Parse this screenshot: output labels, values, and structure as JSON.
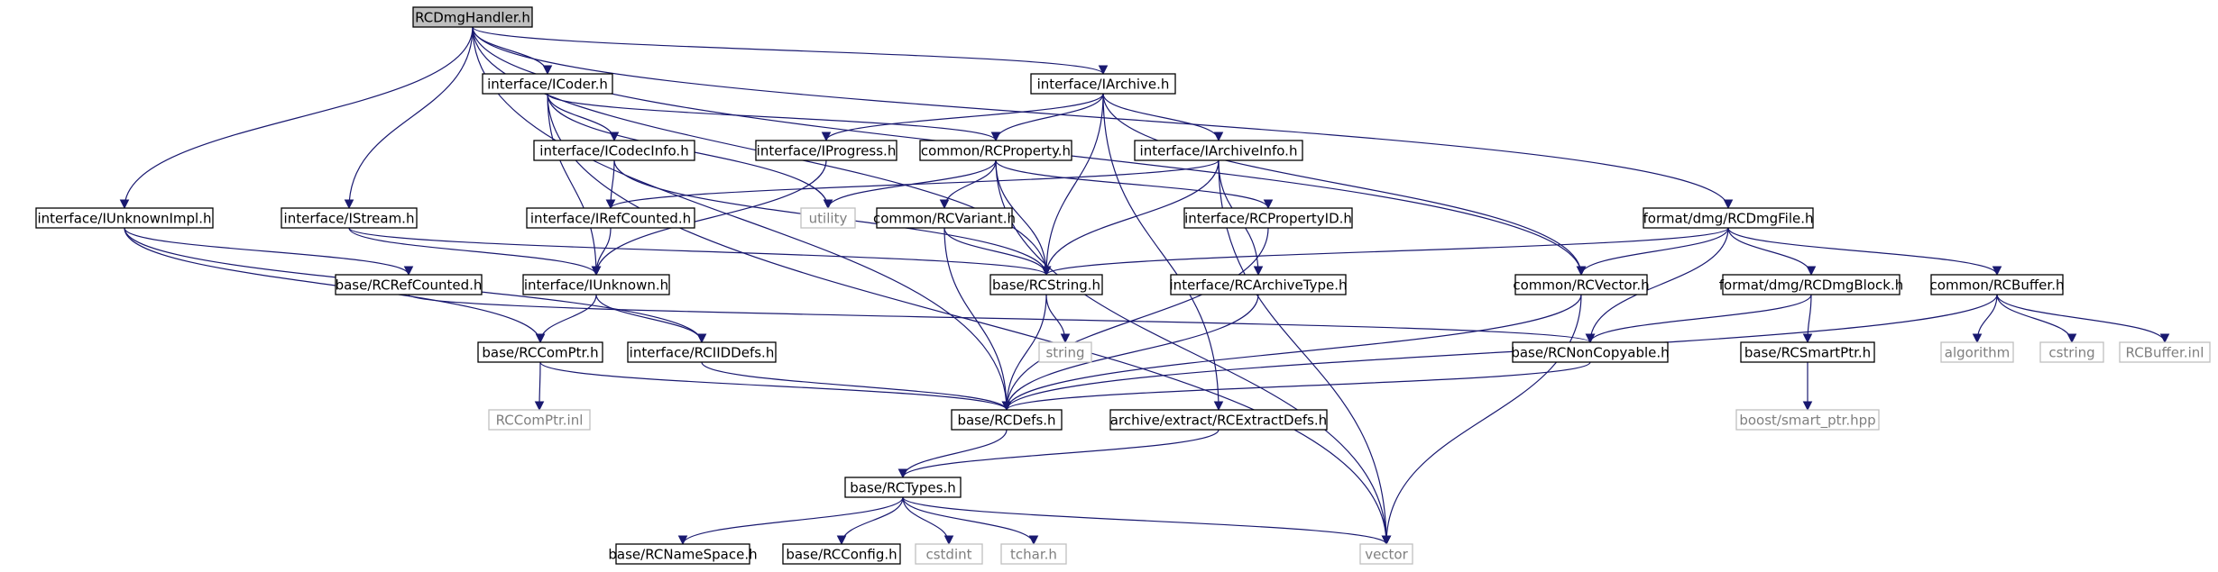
{
  "graph": {
    "nodes": [
      {
        "id": "rcdmghandler",
        "label": "RCDmgHandler.h",
        "kind": "root"
      },
      {
        "id": "icoder",
        "label": "interface/ICoder.h",
        "kind": "file"
      },
      {
        "id": "iarchive",
        "label": "interface/IArchive.h",
        "kind": "file"
      },
      {
        "id": "icodecinfo",
        "label": "interface/ICodecInfo.h",
        "kind": "file"
      },
      {
        "id": "iprogress",
        "label": "interface/IProgress.h",
        "kind": "file"
      },
      {
        "id": "rcproperty",
        "label": "common/RCProperty.h",
        "kind": "file"
      },
      {
        "id": "iarchiveinfo",
        "label": "interface/IArchiveInfo.h",
        "kind": "file"
      },
      {
        "id": "iunknownimpl",
        "label": "interface/IUnknownImpl.h",
        "kind": "file"
      },
      {
        "id": "istream",
        "label": "interface/IStream.h",
        "kind": "file"
      },
      {
        "id": "irefcounted",
        "label": "interface/IRefCounted.h",
        "kind": "file"
      },
      {
        "id": "utility",
        "label": "utility",
        "kind": "external"
      },
      {
        "id": "rcvariant",
        "label": "common/RCVariant.h",
        "kind": "file"
      },
      {
        "id": "rcpropertyid",
        "label": "interface/RCPropertyID.h",
        "kind": "file"
      },
      {
        "id": "rcdmgfile",
        "label": "format/dmg/RCDmgFile.h",
        "kind": "file"
      },
      {
        "id": "rcrefcounted",
        "label": "base/RCRefCounted.h",
        "kind": "file"
      },
      {
        "id": "iunknown",
        "label": "interface/IUnknown.h",
        "kind": "file"
      },
      {
        "id": "rcstring",
        "label": "base/RCString.h",
        "kind": "file"
      },
      {
        "id": "rcarchivetype",
        "label": "interface/RCArchiveType.h",
        "kind": "file"
      },
      {
        "id": "rcvector",
        "label": "common/RCVector.h",
        "kind": "file"
      },
      {
        "id": "rcdmgblock",
        "label": "format/dmg/RCDmgBlock.h",
        "kind": "file"
      },
      {
        "id": "rcbuffer",
        "label": "common/RCBuffer.h",
        "kind": "file"
      },
      {
        "id": "rccomptr",
        "label": "base/RCComPtr.h",
        "kind": "file"
      },
      {
        "id": "rciiddefs",
        "label": "interface/RCIIDDefs.h",
        "kind": "file"
      },
      {
        "id": "string",
        "label": "string",
        "kind": "external"
      },
      {
        "id": "rcnoncopyable",
        "label": "base/RCNonCopyable.h",
        "kind": "file"
      },
      {
        "id": "rcsmartptr",
        "label": "base/RCSmartPtr.h",
        "kind": "file"
      },
      {
        "id": "algorithm",
        "label": "algorithm",
        "kind": "external"
      },
      {
        "id": "cstring",
        "label": "cstring",
        "kind": "external"
      },
      {
        "id": "rcbufferinl",
        "label": "RCBuffer.inl",
        "kind": "external"
      },
      {
        "id": "rccomptrinl",
        "label": "RCComPtr.inl",
        "kind": "external"
      },
      {
        "id": "rcdefs",
        "label": "base/RCDefs.h",
        "kind": "file"
      },
      {
        "id": "rcextractdefs",
        "label": "archive/extract/RCExtractDefs.h",
        "kind": "file"
      },
      {
        "id": "boostsmartptr",
        "label": "boost/smart_ptr.hpp",
        "kind": "external"
      },
      {
        "id": "rctypes",
        "label": "base/RCTypes.h",
        "kind": "file"
      },
      {
        "id": "rcnamespace",
        "label": "base/RCNameSpace.h",
        "kind": "file"
      },
      {
        "id": "rcconfig",
        "label": "base/RCConfig.h",
        "kind": "file"
      },
      {
        "id": "cstdint",
        "label": "cstdint",
        "kind": "external"
      },
      {
        "id": "tchar",
        "label": "tchar.h",
        "kind": "external"
      },
      {
        "id": "vector",
        "label": "vector",
        "kind": "external"
      }
    ],
    "edges": [
      [
        "rcdmghandler",
        "icoder"
      ],
      [
        "rcdmghandler",
        "iarchive"
      ],
      [
        "rcdmghandler",
        "rcdmgfile"
      ],
      [
        "rcdmghandler",
        "iunknownimpl"
      ],
      [
        "rcdmghandler",
        "istream"
      ],
      [
        "rcdmghandler",
        "rcdefs"
      ],
      [
        "rcdmghandler",
        "rcstring"
      ],
      [
        "rcdmghandler",
        "rcvector"
      ],
      [
        "icoder",
        "icodecinfo"
      ],
      [
        "icoder",
        "rcproperty"
      ],
      [
        "icoder",
        "iunknown"
      ],
      [
        "icoder",
        "utility"
      ],
      [
        "icoder",
        "vector"
      ],
      [
        "iarchive",
        "iprogress"
      ],
      [
        "iarchive",
        "rcproperty"
      ],
      [
        "iarchive",
        "iarchiveinfo"
      ],
      [
        "iarchive",
        "rcstring"
      ],
      [
        "iarchive",
        "rcvector"
      ],
      [
        "iarchive",
        "rcextractdefs"
      ],
      [
        "icodecinfo",
        "irefcounted"
      ],
      [
        "icodecinfo",
        "rcstring"
      ],
      [
        "iprogress",
        "iunknown"
      ],
      [
        "rcproperty",
        "utility"
      ],
      [
        "rcproperty",
        "rcvariant"
      ],
      [
        "rcproperty",
        "rcpropertyid"
      ],
      [
        "rcproperty",
        "rcstring"
      ],
      [
        "rcproperty",
        "vector"
      ],
      [
        "iarchiveinfo",
        "irefcounted"
      ],
      [
        "iarchiveinfo",
        "rcstring"
      ],
      [
        "iarchiveinfo",
        "rcarchivetype"
      ],
      [
        "iarchiveinfo",
        "vector"
      ],
      [
        "iunknownimpl",
        "rcrefcounted"
      ],
      [
        "iunknownimpl",
        "rccomptr"
      ],
      [
        "iunknownimpl",
        "rciiddefs"
      ],
      [
        "istream",
        "iunknown"
      ],
      [
        "istream",
        "rcstring"
      ],
      [
        "irefcounted",
        "iunknown"
      ],
      [
        "rcvariant",
        "rcstring"
      ],
      [
        "rcvariant",
        "rcdefs"
      ],
      [
        "rcpropertyid",
        "rcdefs"
      ],
      [
        "rcdmgfile",
        "rcstring"
      ],
      [
        "rcdmgfile",
        "rcvector"
      ],
      [
        "rcdmgfile",
        "rcdmgblock"
      ],
      [
        "rcdmgfile",
        "rcbuffer"
      ],
      [
        "rcdmgfile",
        "rcnoncopyable"
      ],
      [
        "rcrefcounted",
        "rcnoncopyable"
      ],
      [
        "iunknown",
        "rccomptr"
      ],
      [
        "iunknown",
        "rciiddefs"
      ],
      [
        "rcstring",
        "string"
      ],
      [
        "rcstring",
        "rcdefs"
      ],
      [
        "rcarchivetype",
        "rcdefs"
      ],
      [
        "rcvector",
        "rcdefs"
      ],
      [
        "rcvector",
        "vector"
      ],
      [
        "rcdmgblock",
        "rcnoncopyable"
      ],
      [
        "rcdmgblock",
        "rcsmartptr"
      ],
      [
        "rcbuffer",
        "algorithm"
      ],
      [
        "rcbuffer",
        "cstring"
      ],
      [
        "rcbuffer",
        "rcbufferinl"
      ],
      [
        "rcbuffer",
        "rcdefs"
      ],
      [
        "rccomptr",
        "rccomptrinl"
      ],
      [
        "rccomptr",
        "rcdefs"
      ],
      [
        "rciiddefs",
        "rcdefs"
      ],
      [
        "rcnoncopyable",
        "rcdefs"
      ],
      [
        "rcsmartptr",
        "boostsmartptr"
      ],
      [
        "rcdefs",
        "rctypes"
      ],
      [
        "rcextractdefs",
        "rctypes"
      ],
      [
        "rctypes",
        "rcnamespace"
      ],
      [
        "rctypes",
        "rcconfig"
      ],
      [
        "rctypes",
        "cstdint"
      ],
      [
        "rctypes",
        "tchar"
      ],
      [
        "rctypes",
        "vector"
      ]
    ]
  },
  "colors": {
    "edge": "#191970",
    "file_border": "#000000",
    "external_border": "#bfbfbf",
    "root_fill": "#bfbfbf",
    "file_text": "#000000",
    "external_text": "#7f7f7f"
  }
}
